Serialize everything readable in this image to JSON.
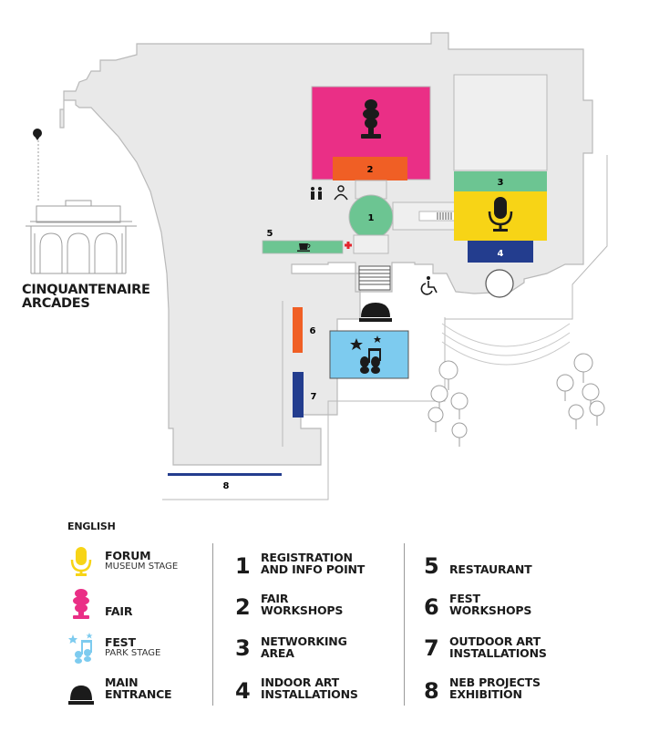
{
  "map": {
    "arcades_label_line1": "CINQUANTENAIRE",
    "arcades_label_line2": "ARCADES",
    "zones": [
      {
        "number": "1",
        "color": "#6cc592"
      },
      {
        "number": "2",
        "color": "#f05f25"
      },
      {
        "number": "3",
        "color": "#6cc592"
      },
      {
        "number": "4",
        "color": "#233d8e"
      },
      {
        "number": "5",
        "color": "#6cc592"
      },
      {
        "number": "6",
        "color": "#f05f25"
      },
      {
        "number": "7",
        "color": "#233d8e"
      },
      {
        "number": "8",
        "color": "#233d8e"
      }
    ],
    "colors": {
      "building": "#e9e9e9",
      "building_outline": "#bdbdbd",
      "fair_hall": "#ea2f86",
      "forum_hall": "#f7d416",
      "fest_stage": "#7dcbef",
      "dark": "#1b1b1b",
      "first_aid": "#e3262d"
    },
    "icons": [
      "museum-figure-icon",
      "microphone-icon",
      "music-notes-icon",
      "entrance-dome-icon",
      "toilet-icon",
      "info-person-icon",
      "coffee-cup-icon",
      "first-aid-cross-icon",
      "wheelchair-icon",
      "map-pin-icon",
      "tree-icon"
    ]
  },
  "legend": {
    "title": "ENGLISH",
    "venues": [
      {
        "label": "FORUM",
        "sublabel": "MUSEUM STAGE",
        "icon": "microphone-icon",
        "color": "#f7d416"
      },
      {
        "label": "FAIR",
        "sublabel": "",
        "icon": "museum-figure-icon",
        "color": "#ea2f86"
      },
      {
        "label": "FEST",
        "sublabel": "PARK STAGE",
        "icon": "music-notes-icon",
        "color": "#7dcbef"
      },
      {
        "label_line1": "MAIN",
        "label_line2": "ENTRANCE",
        "icon": "entrance-dome-icon",
        "color": "#1b1b1b"
      }
    ],
    "numbered": [
      {
        "number": "1",
        "line1": "REGISTRATION",
        "line2": "AND INFO POINT"
      },
      {
        "number": "2",
        "line1": "FAIR",
        "line2": "WORKSHOPS"
      },
      {
        "number": "3",
        "line1": "NETWORKING",
        "line2": "AREA"
      },
      {
        "number": "4",
        "line1": "INDOOR ART",
        "line2": "INSTALLATIONS"
      },
      {
        "number": "5",
        "line1": "RESTAURANT",
        "line2": ""
      },
      {
        "number": "6",
        "line1": "FEST",
        "line2": "WORKSHOPS"
      },
      {
        "number": "7",
        "line1": "OUTDOOR ART",
        "line2": "INSTALLATIONS"
      },
      {
        "number": "8",
        "line1": "NEB PROJECTS",
        "line2": "EXHIBITION"
      }
    ]
  }
}
